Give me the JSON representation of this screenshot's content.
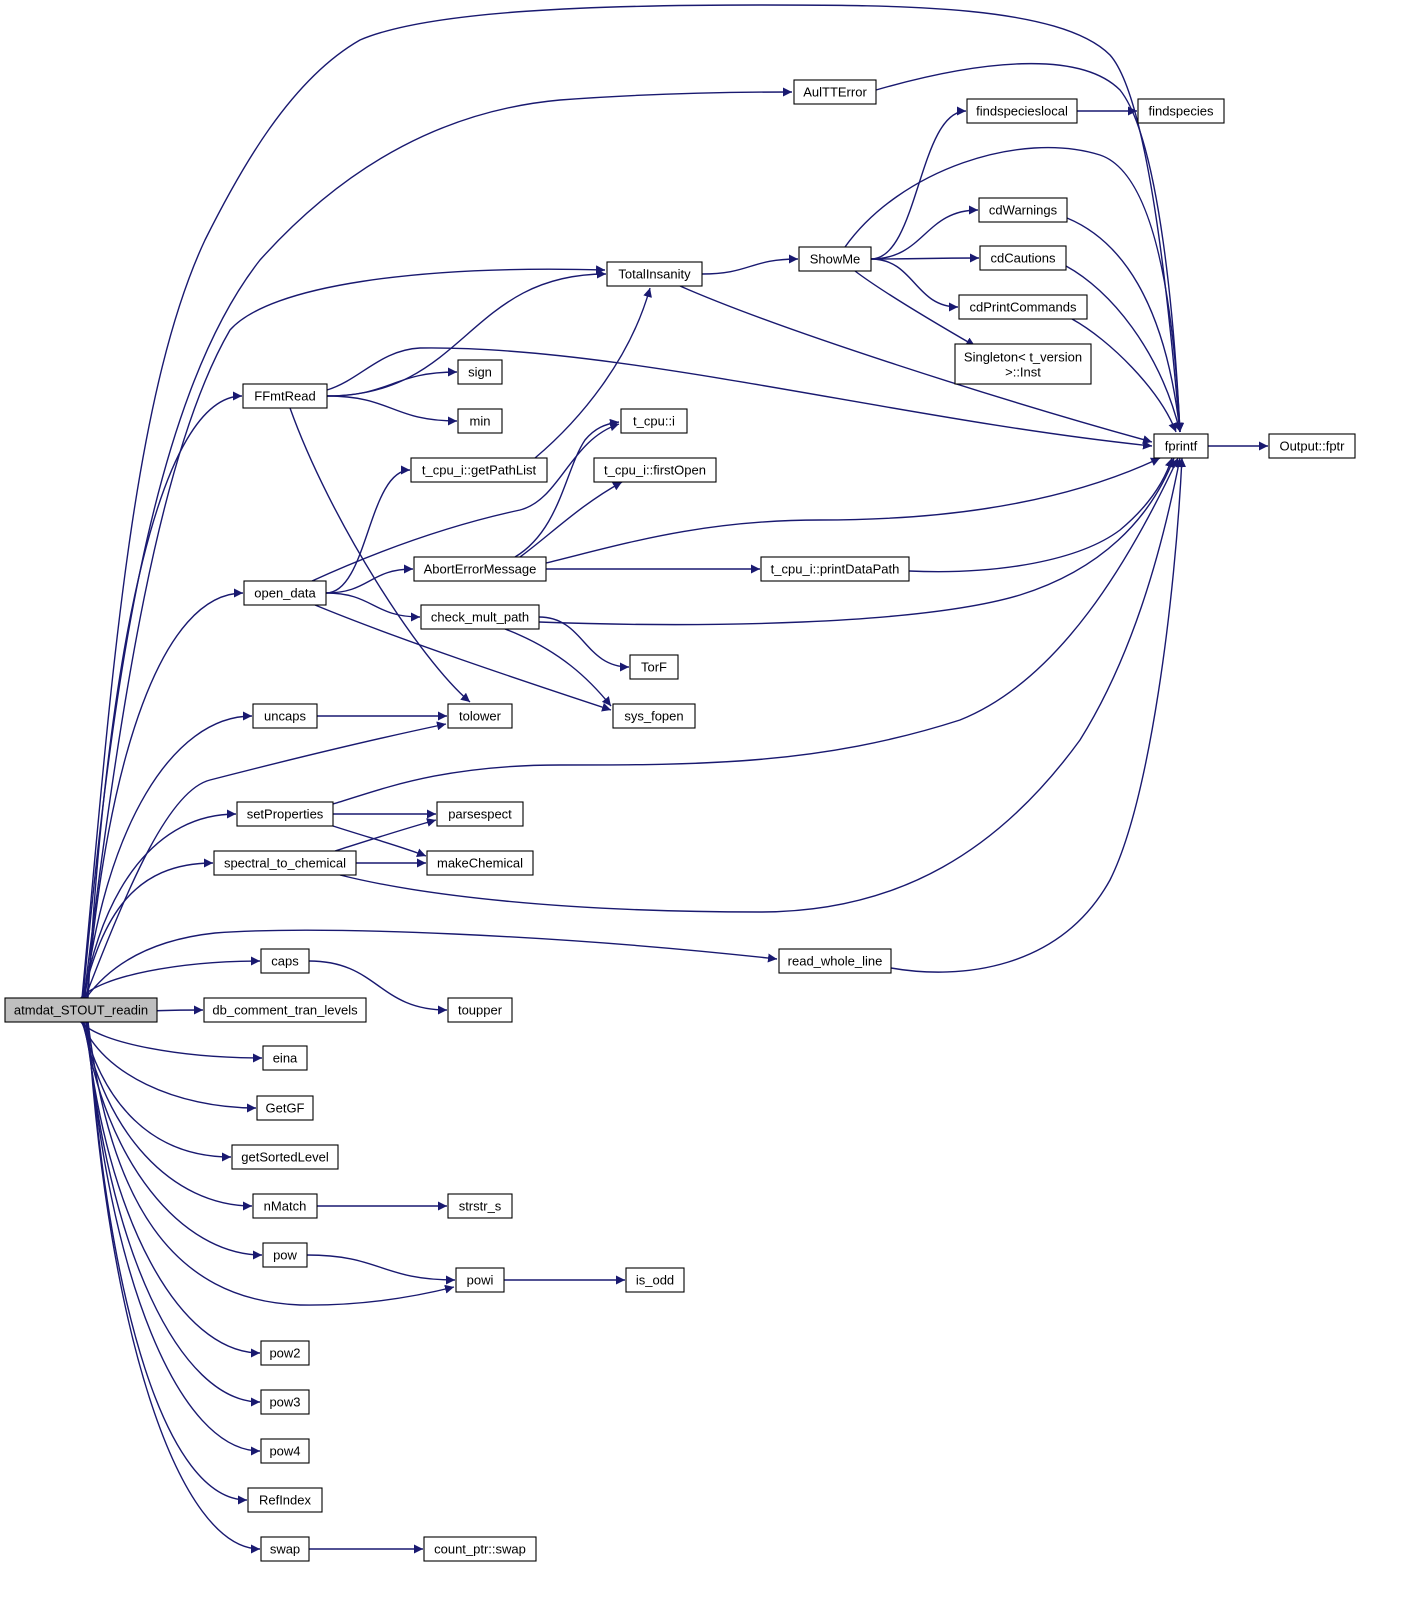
{
  "graph": {
    "root": "atmdat_STOUT_readin",
    "nodes": [
      {
        "id": "atmdat_STOUT_readin",
        "label": "atmdat_STOUT_readin",
        "root": true
      },
      {
        "id": "AulTTError",
        "label": "AulTTError"
      },
      {
        "id": "findspecieslocal",
        "label": "findspecieslocal"
      },
      {
        "id": "findspecies",
        "label": "findspecies"
      },
      {
        "id": "cdWarnings",
        "label": "cdWarnings"
      },
      {
        "id": "TotalInsanity",
        "label": "TotalInsanity"
      },
      {
        "id": "ShowMe",
        "label": "ShowMe"
      },
      {
        "id": "cdCautions",
        "label": "cdCautions"
      },
      {
        "id": "cdPrintCommands",
        "label": "cdPrintCommands"
      },
      {
        "id": "Singleton",
        "label": "Singleton< t_version",
        "label2": ">::Inst"
      },
      {
        "id": "sign",
        "label": "sign"
      },
      {
        "id": "FFmtRead",
        "label": "FFmtRead"
      },
      {
        "id": "min",
        "label": "min"
      },
      {
        "id": "t_cpu_i",
        "label": "t_cpu::i"
      },
      {
        "id": "fprintf",
        "label": "fprintf"
      },
      {
        "id": "Output_fptr",
        "label": "Output::fptr"
      },
      {
        "id": "getPathList",
        "label": "t_cpu_i::getPathList"
      },
      {
        "id": "firstOpen",
        "label": "t_cpu_i::firstOpen"
      },
      {
        "id": "AbortErrorMessage",
        "label": "AbortErrorMessage"
      },
      {
        "id": "printDataPath",
        "label": "t_cpu_i::printDataPath"
      },
      {
        "id": "open_data",
        "label": "open_data"
      },
      {
        "id": "check_mult_path",
        "label": "check_mult_path"
      },
      {
        "id": "TorF",
        "label": "TorF"
      },
      {
        "id": "uncaps",
        "label": "uncaps"
      },
      {
        "id": "tolower",
        "label": "tolower"
      },
      {
        "id": "sys_fopen",
        "label": "sys_fopen"
      },
      {
        "id": "setProperties",
        "label": "setProperties"
      },
      {
        "id": "parsespect",
        "label": "parsespect"
      },
      {
        "id": "spectral_to_chemical",
        "label": "spectral_to_chemical"
      },
      {
        "id": "makeChemical",
        "label": "makeChemical"
      },
      {
        "id": "caps",
        "label": "caps"
      },
      {
        "id": "read_whole_line",
        "label": "read_whole_line"
      },
      {
        "id": "db_comment_tran_levels",
        "label": "db_comment_tran_levels"
      },
      {
        "id": "toupper",
        "label": "toupper"
      },
      {
        "id": "eina",
        "label": "eina"
      },
      {
        "id": "GetGF",
        "label": "GetGF"
      },
      {
        "id": "getSortedLevel",
        "label": "getSortedLevel"
      },
      {
        "id": "nMatch",
        "label": "nMatch"
      },
      {
        "id": "strstr_s",
        "label": "strstr_s"
      },
      {
        "id": "pow",
        "label": "pow"
      },
      {
        "id": "powi",
        "label": "powi"
      },
      {
        "id": "is_odd",
        "label": "is_odd"
      },
      {
        "id": "pow2",
        "label": "pow2"
      },
      {
        "id": "pow3",
        "label": "pow3"
      },
      {
        "id": "pow4",
        "label": "pow4"
      },
      {
        "id": "RefIndex",
        "label": "RefIndex"
      },
      {
        "id": "swap",
        "label": "swap"
      },
      {
        "id": "count_ptr_swap",
        "label": "count_ptr::swap"
      }
    ],
    "edges": [
      [
        "atmdat_STOUT_readin",
        "fprintf"
      ],
      [
        "atmdat_STOUT_readin",
        "AulTTError"
      ],
      [
        "atmdat_STOUT_readin",
        "TotalInsanity"
      ],
      [
        "atmdat_STOUT_readin",
        "FFmtRead"
      ],
      [
        "atmdat_STOUT_readin",
        "open_data"
      ],
      [
        "atmdat_STOUT_readin",
        "uncaps"
      ],
      [
        "atmdat_STOUT_readin",
        "tolower"
      ],
      [
        "atmdat_STOUT_readin",
        "setProperties"
      ],
      [
        "atmdat_STOUT_readin",
        "spectral_to_chemical"
      ],
      [
        "atmdat_STOUT_readin",
        "read_whole_line"
      ],
      [
        "atmdat_STOUT_readin",
        "caps"
      ],
      [
        "atmdat_STOUT_readin",
        "db_comment_tran_levels"
      ],
      [
        "atmdat_STOUT_readin",
        "eina"
      ],
      [
        "atmdat_STOUT_readin",
        "GetGF"
      ],
      [
        "atmdat_STOUT_readin",
        "getSortedLevel"
      ],
      [
        "atmdat_STOUT_readin",
        "nMatch"
      ],
      [
        "atmdat_STOUT_readin",
        "pow"
      ],
      [
        "atmdat_STOUT_readin",
        "powi"
      ],
      [
        "atmdat_STOUT_readin",
        "pow2"
      ],
      [
        "atmdat_STOUT_readin",
        "pow3"
      ],
      [
        "atmdat_STOUT_readin",
        "pow4"
      ],
      [
        "atmdat_STOUT_readin",
        "RefIndex"
      ],
      [
        "atmdat_STOUT_readin",
        "swap"
      ],
      [
        "AulTTError",
        "fprintf"
      ],
      [
        "TotalInsanity",
        "ShowMe"
      ],
      [
        "TotalInsanity",
        "fprintf"
      ],
      [
        "ShowMe",
        "findspecieslocal"
      ],
      [
        "ShowMe",
        "fprintf"
      ],
      [
        "ShowMe",
        "cdWarnings"
      ],
      [
        "ShowMe",
        "cdCautions"
      ],
      [
        "ShowMe",
        "cdPrintCommands"
      ],
      [
        "ShowMe",
        "Singleton"
      ],
      [
        "findspecieslocal",
        "findspecies"
      ],
      [
        "cdWarnings",
        "fprintf"
      ],
      [
        "cdCautions",
        "fprintf"
      ],
      [
        "cdPrintCommands",
        "fprintf"
      ],
      [
        "fprintf",
        "Output_fptr"
      ],
      [
        "FFmtRead",
        "TotalInsanity"
      ],
      [
        "FFmtRead",
        "fprintf"
      ],
      [
        "FFmtRead",
        "sign"
      ],
      [
        "FFmtRead",
        "min"
      ],
      [
        "FFmtRead",
        "tolower"
      ],
      [
        "getPathList",
        "TotalInsanity"
      ],
      [
        "open_data",
        "getPathList"
      ],
      [
        "open_data",
        "t_cpu_i"
      ],
      [
        "open_data",
        "AbortErrorMessage"
      ],
      [
        "open_data",
        "check_mult_path"
      ],
      [
        "open_data",
        "sys_fopen"
      ],
      [
        "AbortErrorMessage",
        "t_cpu_i"
      ],
      [
        "AbortErrorMessage",
        "firstOpen"
      ],
      [
        "AbortErrorMessage",
        "fprintf"
      ],
      [
        "AbortErrorMessage",
        "printDataPath"
      ],
      [
        "printDataPath",
        "fprintf"
      ],
      [
        "check_mult_path",
        "fprintf"
      ],
      [
        "check_mult_path",
        "TorF"
      ],
      [
        "check_mult_path",
        "sys_fopen"
      ],
      [
        "uncaps",
        "tolower"
      ],
      [
        "setProperties",
        "fprintf"
      ],
      [
        "setProperties",
        "parsespect"
      ],
      [
        "setProperties",
        "makeChemical"
      ],
      [
        "spectral_to_chemical",
        "parsespect"
      ],
      [
        "spectral_to_chemical",
        "makeChemical"
      ],
      [
        "spectral_to_chemical",
        "fprintf"
      ],
      [
        "read_whole_line",
        "fprintf"
      ],
      [
        "caps",
        "toupper"
      ],
      [
        "nMatch",
        "strstr_s"
      ],
      [
        "pow",
        "powi"
      ],
      [
        "powi",
        "is_odd"
      ],
      [
        "swap",
        "count_ptr_swap"
      ]
    ]
  }
}
